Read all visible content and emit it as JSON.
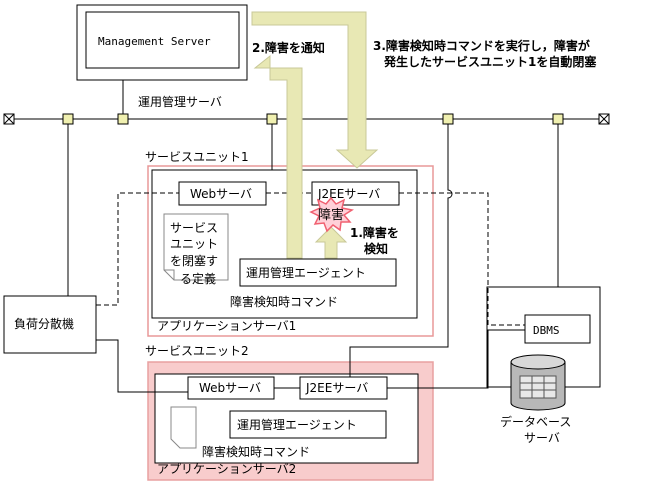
{
  "management_server": {
    "label": "Management Server"
  },
  "mgmt_server_caption": "運用管理サーバ",
  "steps": {
    "step2": "2.障害を通知",
    "step3_line1": "3.障害検知時コマンドを実行し，障害が",
    "step3_line2": "発生したサービスユニット1を自動閉塞",
    "step1_line1": "1.障害を",
    "step1_line2": "検知"
  },
  "service_unit_1": {
    "title": "サービスユニット1",
    "web_server": "Webサーバ",
    "j2ee_server": "J2EEサーバ",
    "fault": "障害",
    "definition_lines": [
      "サービス",
      "ユニット",
      "を閉塞す",
      "る定義"
    ],
    "agent": "運用管理エージェント",
    "fault_command": "障害検知時コマンド",
    "app_server": "アプリケーションサーバ1"
  },
  "service_unit_2": {
    "title": "サービスユニット2",
    "web_server": "Webサーバ",
    "j2ee_server": "J2EEサーバ",
    "agent": "運用管理エージェント",
    "fault_command": "障害検知時コマンド",
    "app_server": "アプリケーションサーバ2"
  },
  "load_balancer": "負荷分散機",
  "dbms": "DBMS",
  "db_server_line1": "データベース",
  "db_server_line2": "サーバ",
  "colors": {
    "arrow_fill": "#e8e8b4",
    "arrow_stroke": "#c8c898",
    "unit1_border": "#e89898",
    "unit2_fill": "#f8cccc",
    "unit2_border": "#e8a0a0",
    "node_fill": "#f0f0b0",
    "fault_star": "#f06070",
    "fault_star_bg": "#ffd0d8"
  }
}
